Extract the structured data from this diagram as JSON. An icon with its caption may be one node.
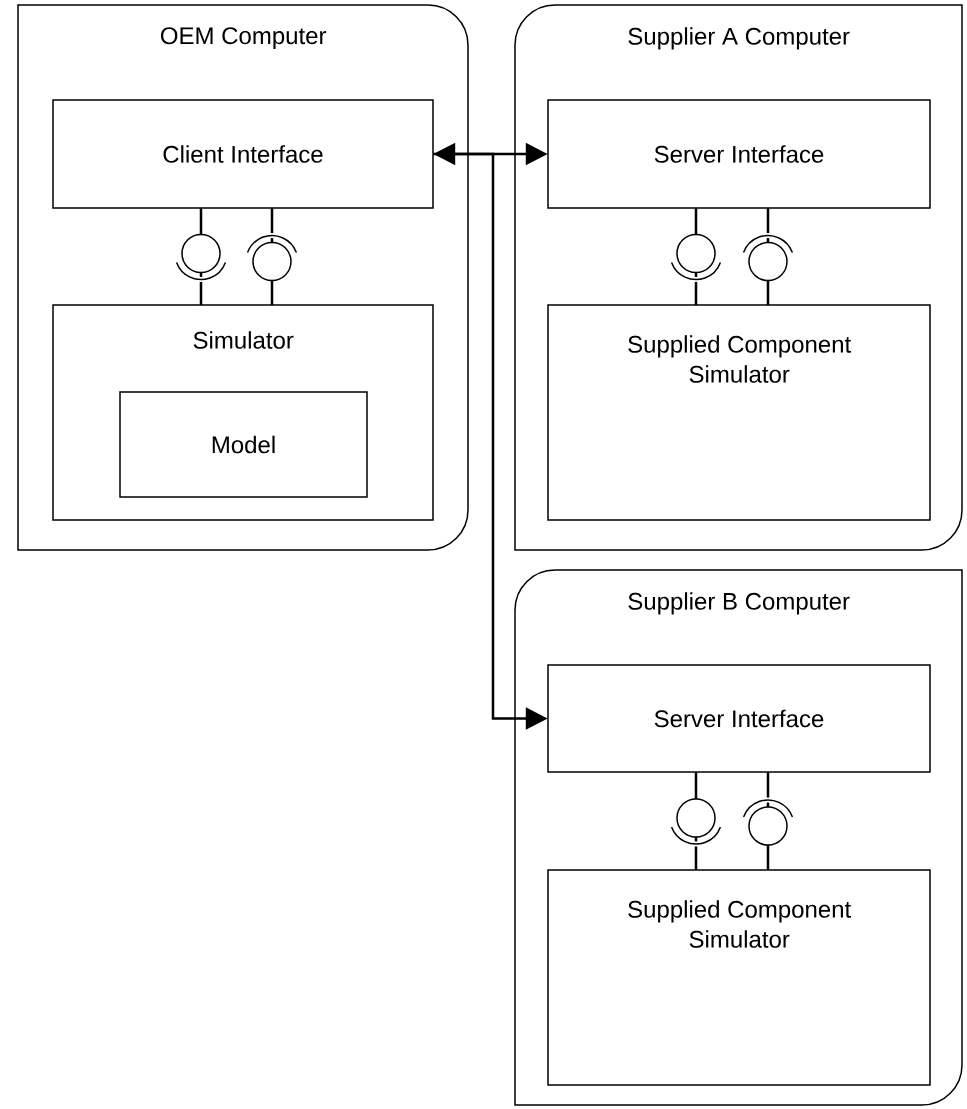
{
  "diagram": {
    "nodes": [
      {
        "text": [
          "OEM Computer"
        ]
      },
      {
        "text": [
          "Client Interface"
        ],
        "in": 0
      },
      {
        "text": [
          "Simulator"
        ],
        "in": 0
      },
      {
        "text": [
          "Model"
        ],
        "in": 2
      },
      {
        "text": [
          "Supplier A Computer"
        ]
      },
      {
        "text": [
          "Server Interface"
        ],
        "in": 4
      },
      {
        "text": [
          "Supplied Component Simulator"
        ],
        "in": 4
      },
      {
        "text": [
          "Supplier B Computer"
        ]
      },
      {
        "text": [
          "Server Interface"
        ],
        "in": 7
      },
      {
        "text": [
          "Supplied Component Simulator"
        ],
        "in": 7
      }
    ],
    "edges": [
      {
        "from": 1,
        "to": 5,
        "arrow": "both"
      },
      {
        "from": 1,
        "to": 8,
        "arrow": "to"
      },
      {
        "from": 1,
        "to": 2,
        "arrow": "none"
      },
      {
        "from": 1,
        "to": 2,
        "arrow": "none"
      },
      {
        "from": 5,
        "to": 6,
        "arrow": "none"
      },
      {
        "from": 5,
        "to": 6,
        "arrow": "none"
      },
      {
        "from": 8,
        "to": 9,
        "arrow": "none"
      },
      {
        "from": 8,
        "to": 9,
        "arrow": "none"
      }
    ]
  }
}
